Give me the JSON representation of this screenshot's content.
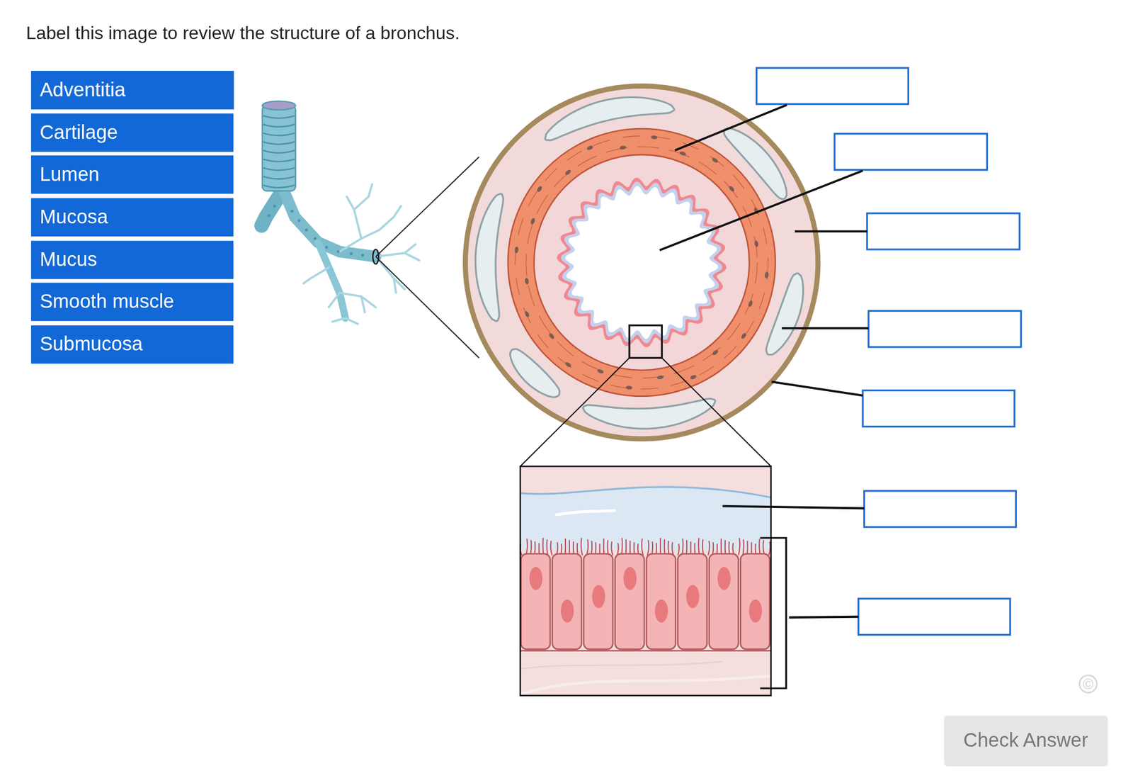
{
  "diagram": {
    "title": "Label this image to review the structure of a bronchus.",
    "nodes": [
      {
        "text": [
          "Adventitia"
        ]
      },
      {
        "text": [
          "Cartilage"
        ]
      },
      {
        "text": [
          "Lumen"
        ]
      },
      {
        "text": [
          "Mucosa"
        ]
      },
      {
        "text": [
          "Mucus"
        ]
      },
      {
        "text": [
          "Smooth muscle"
        ]
      },
      {
        "text": [
          "Submucosa"
        ]
      },
      {
        "text": [
          "Check Answer"
        ]
      }
    ],
    "labels": [
      "©"
    ]
  }
}
